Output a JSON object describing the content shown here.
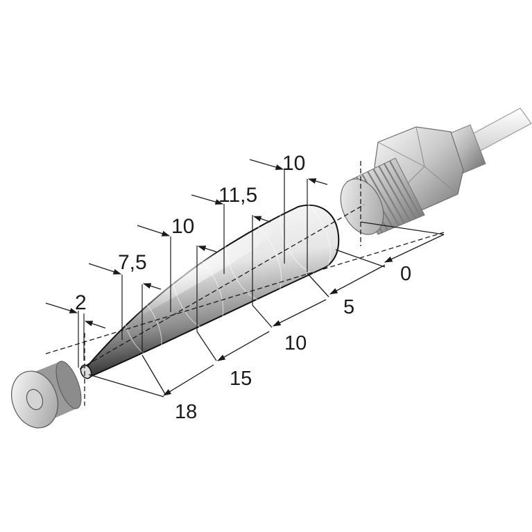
{
  "width_labels": {
    "w_tip": "2",
    "w_a": "7,5",
    "w_b": "10",
    "w_c": "11,5",
    "w_d": "10"
  },
  "distance_labels": {
    "d0": "0",
    "d5": "5",
    "d10": "10",
    "d15": "15",
    "d18": "18"
  },
  "colors": {
    "line": "#1a1a1a",
    "sensor_light": "#e8e8e8",
    "sensor_dark": "#8a8a8a",
    "cone_light": "#fafafa",
    "cone_dark": "#2a2a2a"
  },
  "icons": {
    "sensor": "proximity-sensor-icon",
    "target": "target-disc-icon"
  }
}
